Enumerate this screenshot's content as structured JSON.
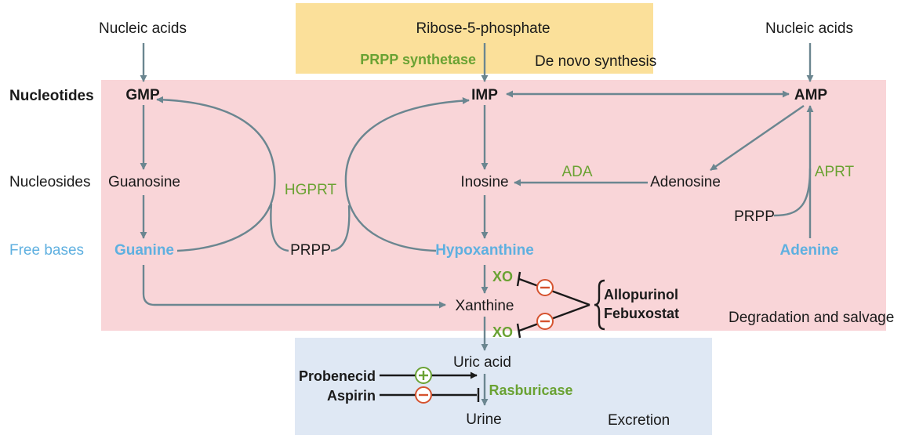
{
  "regions": {
    "de_novo": "De novo synthesis",
    "degradation": "Degradation and salvage",
    "excretion": "Excretion"
  },
  "rows": {
    "nucleotides": "Nucleotides",
    "nucleosides": "Nucleosides",
    "free_bases": "Free bases"
  },
  "nodes": {
    "nucleic_acids_left": "Nucleic acids",
    "nucleic_acids_right": "Nucleic acids",
    "ribose": "Ribose-5-phosphate",
    "gmp": "GMP",
    "imp": "IMP",
    "amp": "AMP",
    "guanosine": "Guanosine",
    "inosine": "Inosine",
    "adenosine": "Adenosine",
    "guanine": "Guanine",
    "hypoxanthine": "Hypoxanthine",
    "adenine": "Adenine",
    "prpp_center": "PRPP",
    "prpp_right": "PRPP",
    "xanthine": "Xanthine",
    "uric_acid": "Uric acid",
    "urine": "Urine"
  },
  "enzymes": {
    "prpp_synthetase": "PRPP synthetase",
    "hgprt": "HGPRT",
    "ada": "ADA",
    "aprt": "APRT",
    "xo_top": "XO",
    "xo_bottom": "XO",
    "rasburicase": "Rasburicase"
  },
  "drugs": {
    "allopurinol": "Allopurinol",
    "febuxostat": "Febuxostat",
    "probenecid": "Probenecid",
    "aspirin": "Aspirin"
  },
  "colors": {
    "de_novo_region": "#fbe09a",
    "degradation_region": "#f9d5d8",
    "excretion_region": "#dfe8f4",
    "free_base": "#5fb0e0",
    "enzyme": "#6aa233",
    "inhibitor": "#d5532f",
    "arrow": "#6b8690"
  }
}
